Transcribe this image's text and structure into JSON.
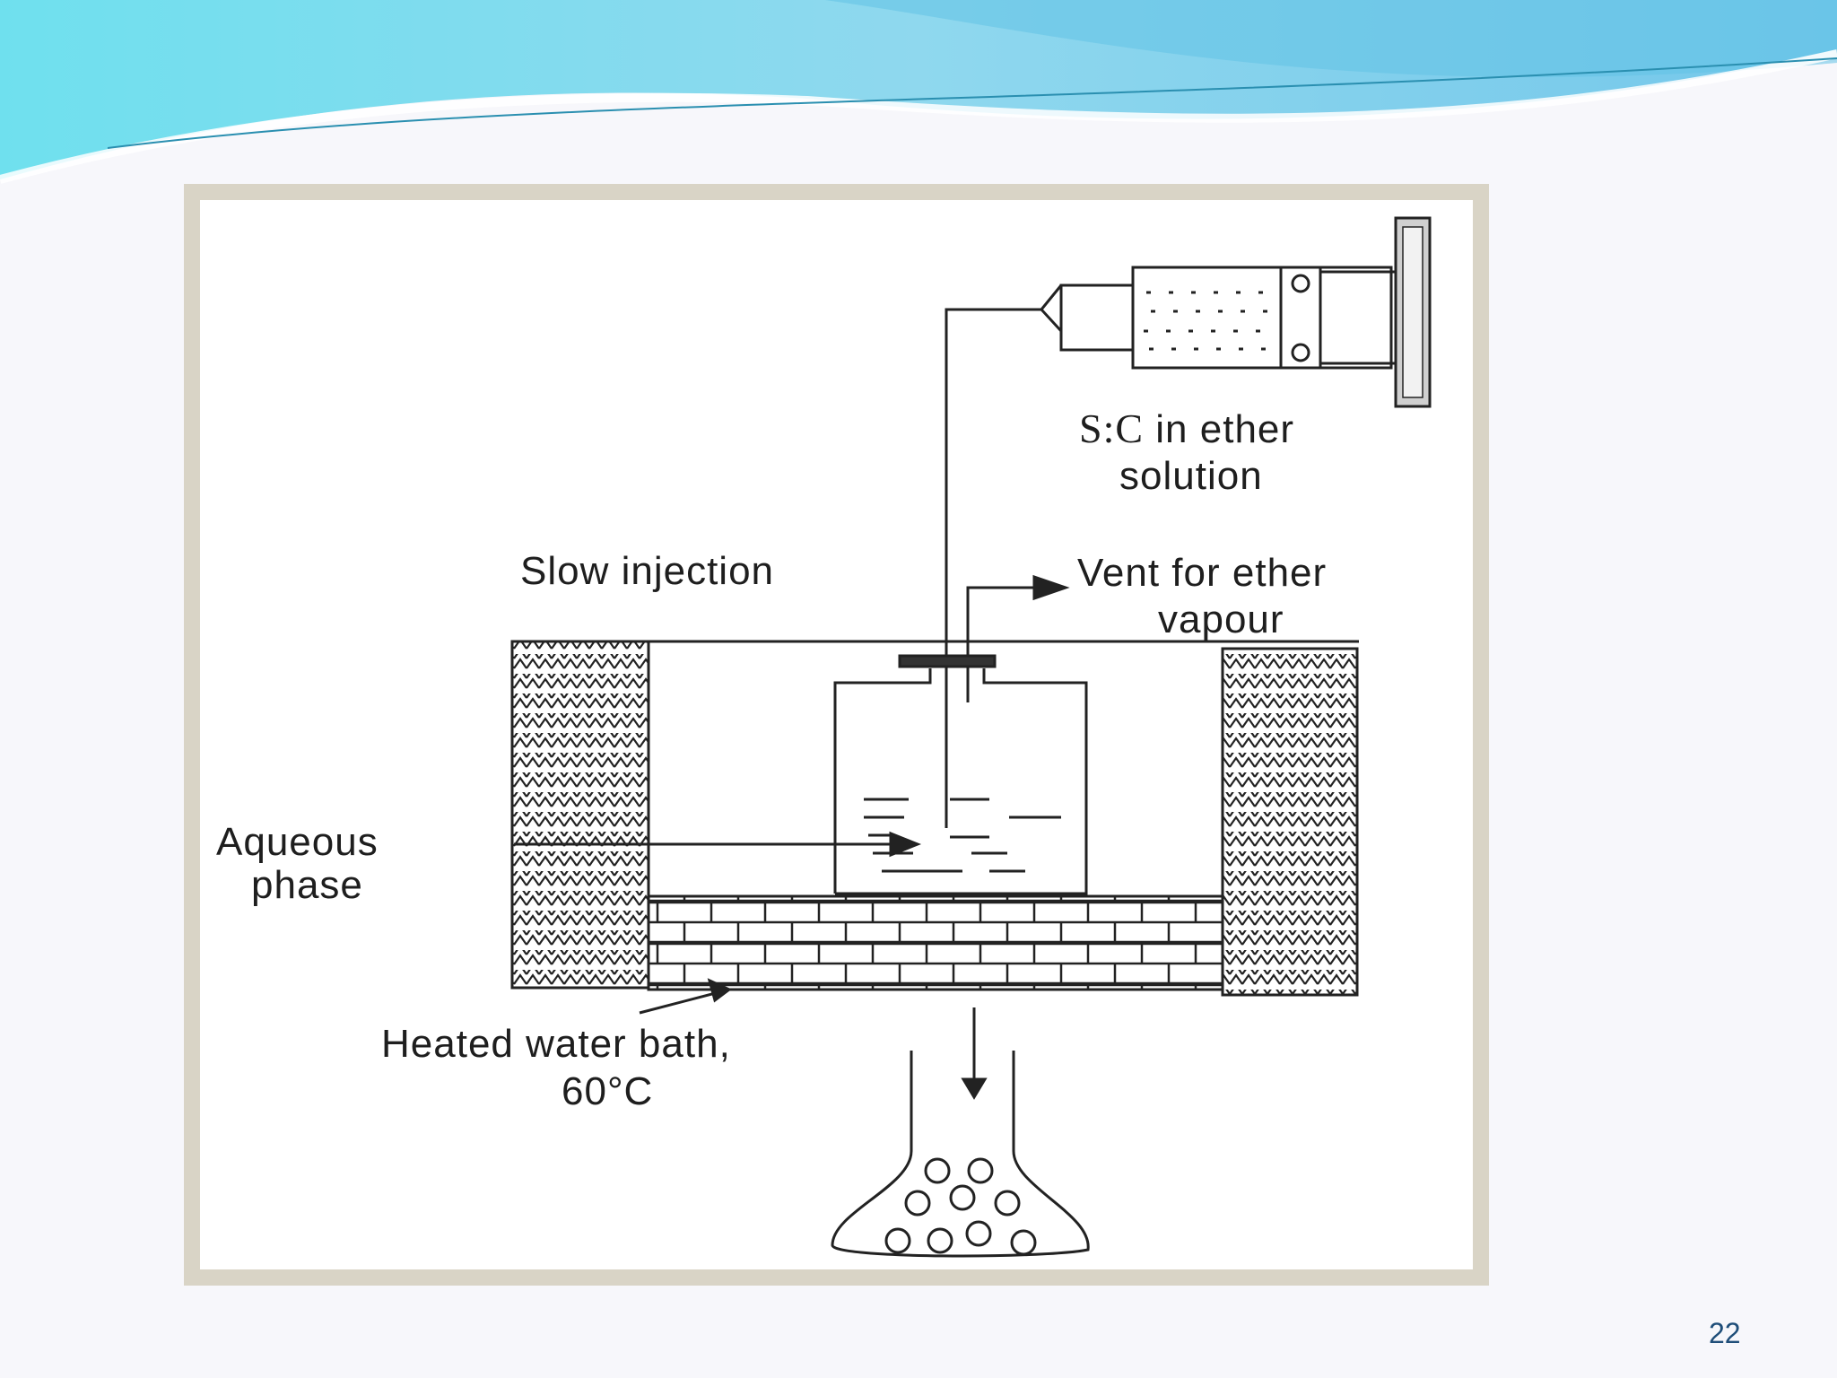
{
  "slide": {
    "page_number": "22",
    "header_colors": [
      "#5ad0e6",
      "#7ec8e8",
      "#a7e3f1"
    ]
  },
  "diagram": {
    "labels": {
      "syringe_line1_prefix": "S:C",
      "syringe_line1_suffix": " in ether",
      "syringe_line2": "solution",
      "injection": "Slow injection",
      "vent_line1": "Vent for ether",
      "vent_line2": "vapour",
      "aqueous_line1": "Aqueous",
      "aqueous_line2": "phase",
      "bath_line1": "Heated water bath,",
      "bath_line2": "60°C"
    },
    "icons": [
      "syringe-icon",
      "beaker-icon",
      "water-bath-icon",
      "insulation-icon",
      "collection-flask-icon",
      "vesicle-icon",
      "arrow-icon"
    ]
  }
}
